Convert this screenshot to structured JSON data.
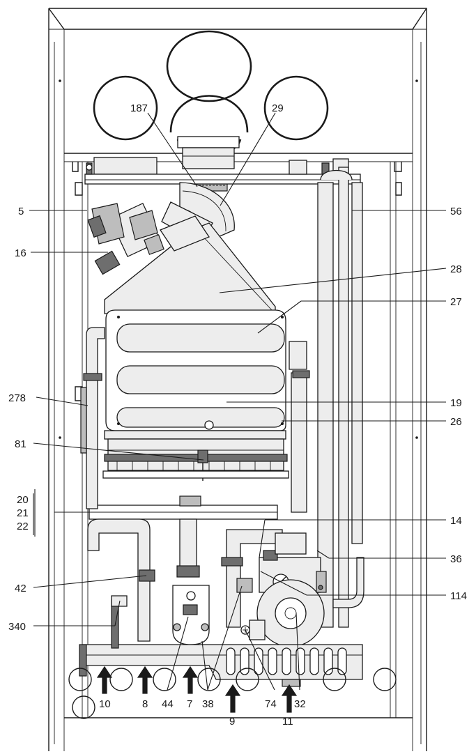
{
  "labels": {
    "l187": "187",
    "l29": "29",
    "l5": "5",
    "l56": "56",
    "l16": "16",
    "l28": "28",
    "l27": "27",
    "l278": "278",
    "l19": "19",
    "l26": "26",
    "l81": "81",
    "l20": "20",
    "l21": "21",
    "l22": "22",
    "l14": "14",
    "l36": "36",
    "l42": "42",
    "l114": "114",
    "l340": "340",
    "l10": "10",
    "l8": "8",
    "l44": "44",
    "l7": "7",
    "l38": "38",
    "l9": "9",
    "l74": "74",
    "l11": "11",
    "l32": "32"
  }
}
